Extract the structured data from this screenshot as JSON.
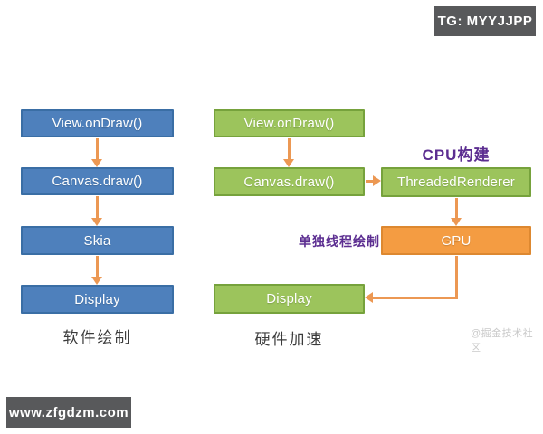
{
  "badges": {
    "tg_label": "TG: MYYJJPP",
    "site_label": "www.zfgdzm.com",
    "watermark": "@掘金技术社区"
  },
  "software_flow": {
    "caption": "软件绘制",
    "nodes": [
      "View.onDraw()",
      "Canvas.draw()",
      "Skia",
      "Display"
    ]
  },
  "hardware_flow": {
    "caption": "硬件加速",
    "view_ondraw": "View.onDraw()",
    "canvas_draw": "Canvas.draw()",
    "threaded_renderer": "ThreadedRenderer",
    "gpu": "GPU",
    "display": "Display",
    "cpu_annotation": "CPU构建",
    "thread_annotation": "单独线程绘制"
  },
  "colors": {
    "blue_fill": "#4E80BC",
    "blue_border": "#3A6EA5",
    "green_fill": "#9CC45C",
    "green_border": "#76A23C",
    "orange_fill": "#F49C42",
    "orange_border": "#DD8830",
    "arrow": "#EC9853",
    "annotation_purple": "#5C2E91",
    "badge_bg": "#58595B",
    "watermark_gray": "#C9C9C9"
  }
}
